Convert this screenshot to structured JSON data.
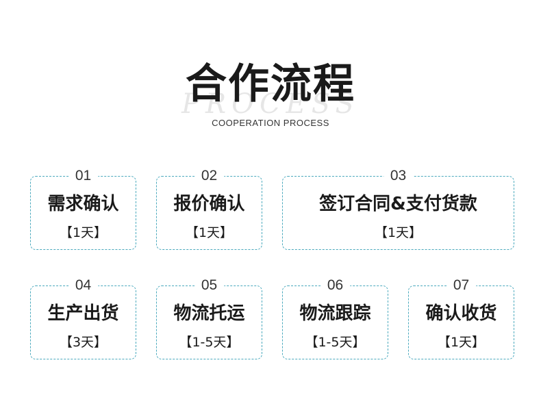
{
  "header": {
    "title": "合作流程",
    "watermark": "PROCESS",
    "subtitle": "COOPERATION PROCESS"
  },
  "steps": [
    {
      "num": "01",
      "label": "需求确认",
      "duration": "【1天】"
    },
    {
      "num": "02",
      "label": "报价确认",
      "duration": "【1天】"
    },
    {
      "num": "03",
      "label": "签订合同&支付货款",
      "duration": "【1天】"
    },
    {
      "num": "04",
      "label": "生产出货",
      "duration": "【3天】"
    },
    {
      "num": "05",
      "label": "物流托运",
      "duration": "【1-5天】"
    },
    {
      "num": "06",
      "label": "物流跟踪",
      "duration": "【1-5天】"
    },
    {
      "num": "07",
      "label": "确认收货",
      "duration": "【1天】"
    }
  ],
  "colors": {
    "border": "#4aa9bd",
    "text": "#1a1a1a",
    "watermark": "#e6e6e6"
  }
}
